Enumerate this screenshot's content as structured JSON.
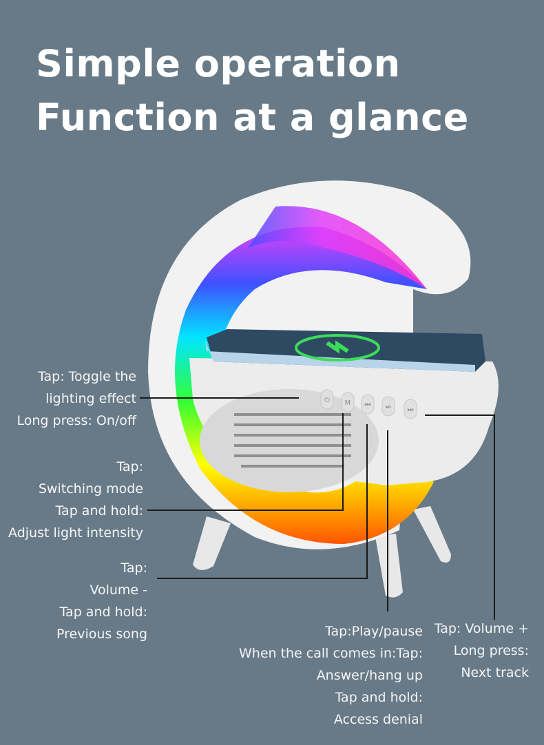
{
  "headline": {
    "line1": "Simple operation",
    "line2": "Function at a glance"
  },
  "callouts": {
    "power": [
      "Tap: Toggle the",
      "lighting effect",
      "Long press: On/off"
    ],
    "mode": [
      "Tap:",
      "Switching mode",
      "Tap and hold:",
      "Adjust light intensity"
    ],
    "prev": [
      "Tap:",
      "Volume -",
      "Tap and hold:",
      "Previous song"
    ],
    "play": [
      "Tap:Play/pause",
      "When the call comes in:Tap:",
      "Answer/hang up",
      "Tap and hold:",
      "Access denial"
    ],
    "next": [
      "Tap: Volume +",
      "Long press:",
      "Next track"
    ]
  },
  "buttons": [
    {
      "icon": "power-icon",
      "glyph": "⏻"
    },
    {
      "icon": "mode-icon",
      "glyph": "M"
    },
    {
      "icon": "previous-icon",
      "glyph": "⏮"
    },
    {
      "icon": "play-pause-icon",
      "glyph": "⏯"
    },
    {
      "icon": "next-icon",
      "glyph": "⏭"
    }
  ],
  "colors": {
    "background": "#687a87",
    "line": "#1a1a1a"
  }
}
